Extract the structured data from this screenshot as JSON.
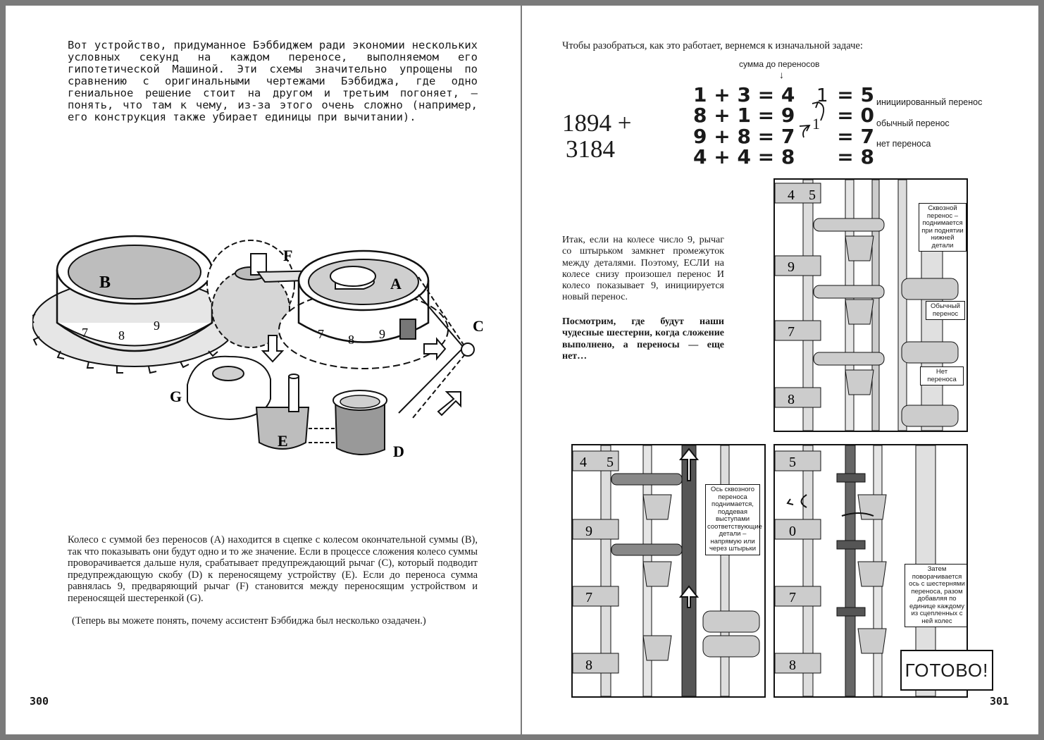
{
  "left_page": {
    "intro": "Вот устройство, придуманное Бэббиджем ради экономии нескольких условных секунд на каждом переносе, выполняемом его гипотетической Машиной. Эти схемы значительно упрощены по сравнению с оригинальными чертежами Бэббиджа, где одно гениальное решение стоит на другом и третьим погоняет, – понять, что там к чему, из-за этого очень сложно (например, его конструкция также убирает единицы при вычитании).",
    "diagram_labels": {
      "a": "A",
      "b": "B",
      "c": "C",
      "d": "D",
      "e": "E",
      "f": "F",
      "g": "G",
      "wheel_b_digits": [
        "7",
        "8",
        "9"
      ],
      "wheel_a_digits": [
        "7",
        "8",
        "9"
      ]
    },
    "caption": "Колесо с суммой без переносов (A) находится в сцепке с колесом окончательной суммы (B), так что показывать они будут одно и то же значение. Если в процессе сложения колесо суммы проворачивается дальше нуля, срабатывает предупреждающий рычаг (C), который подводит предупреждающую скобу (D) к переносящему устройству (E). Если до переноса сумма равнялась 9, предваряющий рычаг (F) становится между переносящим устройством и переносящей шестеренкой (G).",
    "note": "(Теперь вы можете понять, почему ассистент Бэббиджа был несколько озадачен.)",
    "page_number": "300"
  },
  "right_page": {
    "intro": "Чтобы разобраться, как это работает, вернемся к изначальной задаче:",
    "sum_label": "сумма до переносов",
    "operand_1": "1894 +",
    "operand_2": "3184",
    "rows": [
      {
        "lhs": "1 + 3 = 4",
        "rhs": "= 5",
        "carry": "1",
        "label": "инициированный перенос"
      },
      {
        "lhs": "8 + 1 = 9",
        "rhs": "= 0",
        "carry": "1",
        "label": "обычный перенос"
      },
      {
        "lhs": "9 + 8 = 7",
        "rhs": "= 7",
        "carry": "",
        "label": "нет переноса"
      },
      {
        "lhs": "4 + 4 = 8",
        "rhs": "= 8",
        "carry": "",
        "label": ""
      }
    ],
    "mid_text": "Итак, если на колесе число 9, рычаг со штырьком замкнет промежуток между деталями. Поэтому, ЕСЛИ на колесе снизу произошел перенос И колесо показывает 9, инициируется новый перенос.",
    "mid_bold": "Посмотрим, где будут наши чудесные шестерни, когда сложение выполнено, а переносы — еще нет…",
    "panel1": {
      "wheels": [
        "4",
        "5",
        "9",
        "7",
        "8"
      ],
      "callouts": [
        "Сквозной перенос – поднимается при поднятии нижней детали",
        "Обычный перенос",
        "Нет переноса"
      ]
    },
    "panel2": {
      "wheels": [
        "4",
        "5",
        "9",
        "7",
        "8"
      ],
      "callout": "Ось сквозного переноса поднимается, поддевая выступами соответствующие детали – напрямую или через штырьки"
    },
    "panel3": {
      "wheels": [
        "5",
        "0",
        "7",
        "8"
      ],
      "callout": "Затем поворачивается ось с шестернями переноса, разом добавляя по единице каждому из сцепленных с ней колес",
      "done": "ГОТОВО!"
    },
    "page_number": "301"
  }
}
